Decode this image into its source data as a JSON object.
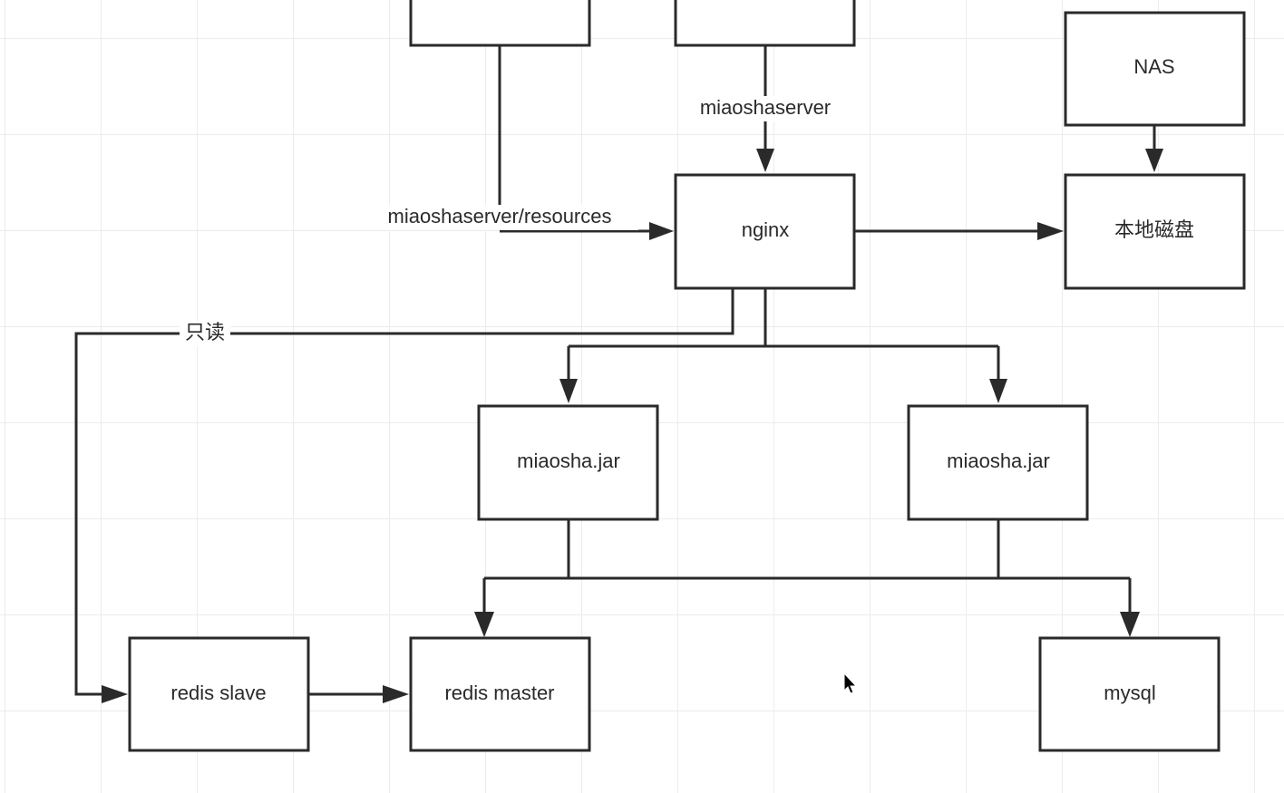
{
  "diagram": {
    "nodes": [
      {
        "id": "top-left",
        "label": ""
      },
      {
        "id": "top-center",
        "label": ""
      },
      {
        "id": "nas",
        "label": "NAS"
      },
      {
        "id": "nginx",
        "label": "nginx"
      },
      {
        "id": "local-disk",
        "label": "本地磁盘"
      },
      {
        "id": "jar-left",
        "label": "miaosha.jar"
      },
      {
        "id": "jar-right",
        "label": "miaosha.jar"
      },
      {
        "id": "redis-slave",
        "label": "redis slave"
      },
      {
        "id": "redis-master",
        "label": "redis master"
      },
      {
        "id": "mysql",
        "label": "mysql"
      }
    ],
    "edges": [
      {
        "from": "top-center",
        "to": "nginx",
        "label": "miaoshaserver"
      },
      {
        "from": "top-left",
        "to": "nginx",
        "label": "miaoshaserver/resources"
      },
      {
        "from": "nas",
        "to": "local-disk",
        "label": ""
      },
      {
        "from": "nginx",
        "to": "local-disk",
        "label": ""
      },
      {
        "from": "nginx",
        "to": "jar-left",
        "label": ""
      },
      {
        "from": "nginx",
        "to": "jar-right",
        "label": ""
      },
      {
        "from": "nginx",
        "to": "redis-slave",
        "label": "只读"
      },
      {
        "from": "jar-left",
        "to": "redis-master",
        "label": ""
      },
      {
        "from": "jar-right",
        "to": "mysql",
        "label": ""
      },
      {
        "from": "redis-slave",
        "to": "redis-master",
        "label": ""
      }
    ]
  },
  "colors": {
    "stroke": "#2a2a2a",
    "background": "#ffffff",
    "grid": "#ececec"
  },
  "icons": {
    "cursor": "mouse-pointer-icon"
  }
}
